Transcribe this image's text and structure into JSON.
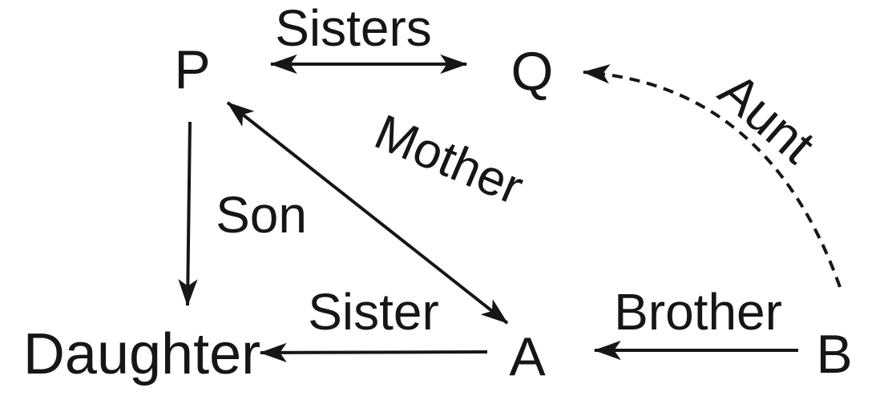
{
  "diagram": {
    "background_color": "#ffffff",
    "ink_color": "#161616",
    "nodes": [
      {
        "id": "P",
        "label": "P"
      },
      {
        "id": "Q",
        "label": "Q"
      },
      {
        "id": "A",
        "label": "A"
      },
      {
        "id": "B",
        "label": "B"
      },
      {
        "id": "Daughter",
        "label": "Daughter"
      }
    ],
    "edges": [
      {
        "from": "P",
        "to": "Q",
        "label": "Sisters",
        "line": "solid",
        "arrowheads": "both"
      },
      {
        "from": "P",
        "to": "Daughter",
        "label": "Son",
        "line": "solid",
        "arrowheads": "end"
      },
      {
        "from": "A",
        "to": "P",
        "label": "Mother",
        "line": "solid",
        "arrowheads": "both"
      },
      {
        "from": "A",
        "to": "Daughter",
        "label": "Sister",
        "line": "solid",
        "arrowheads": "end"
      },
      {
        "from": "B",
        "to": "A",
        "label": "Brother",
        "line": "solid",
        "arrowheads": "end"
      },
      {
        "from": "B",
        "to": "Q",
        "label": "Aunt",
        "line": "dashed",
        "arrowheads": "end"
      }
    ]
  }
}
